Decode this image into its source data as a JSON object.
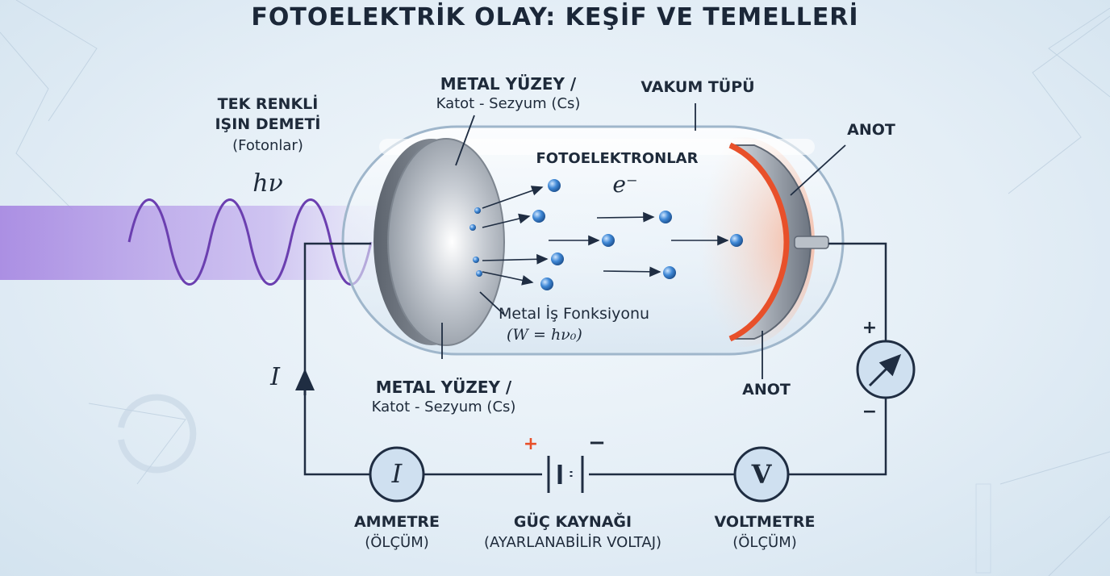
{
  "title": "FOTOELEKTRİK OLAY: KEŞİF VE TEMELLERİ",
  "light_beam": {
    "label_line1": "TEK RENKLİ",
    "label_line2": "IŞIN DEMETİ",
    "label_line3": "(Fotonlar)",
    "symbol": "hν"
  },
  "cathode_top": {
    "line1": "METAL YÜZEY /",
    "line2": "Katot - Sezyum (Cs)"
  },
  "cathode_bottom": {
    "line1": "METAL YÜZEY /",
    "line2": "Katot - Sezyum (Cs)"
  },
  "tube": {
    "label": "VAKUM TÜPÜ"
  },
  "photoelectrons": {
    "label": "FOTOELEKTRONLAR",
    "symbol": "e⁻"
  },
  "anode_top": {
    "label": "ANOT"
  },
  "anode_bottom": {
    "label": "ANOT"
  },
  "work_function": {
    "line1": "Metal İş Fonksiyonu",
    "line2": "(W = hν₀)"
  },
  "current": {
    "symbol": "I"
  },
  "ammeter": {
    "symbol": "I",
    "line1": "AMMETRE",
    "line2": "(ÖLÇÜM)"
  },
  "power_supply": {
    "plus": "+",
    "minus": "−",
    "line1": "GÜÇ KAYNAĞI",
    "line2": "(AYARLANABİLİR VOLTAJ)"
  },
  "voltmeter": {
    "symbol": "V",
    "line1": "VOLTMETRE",
    "line2": "(ÖLÇÜM)"
  },
  "meter_right": {
    "plus": "+",
    "minus": "−"
  },
  "colors": {
    "beam": "#a98be0",
    "wave": "#6b3fb0",
    "wire": "#1f2d42",
    "electron": "#3a7fd0",
    "anode_glow": "#e8502a",
    "meter_fill": "#cfe0f0"
  }
}
